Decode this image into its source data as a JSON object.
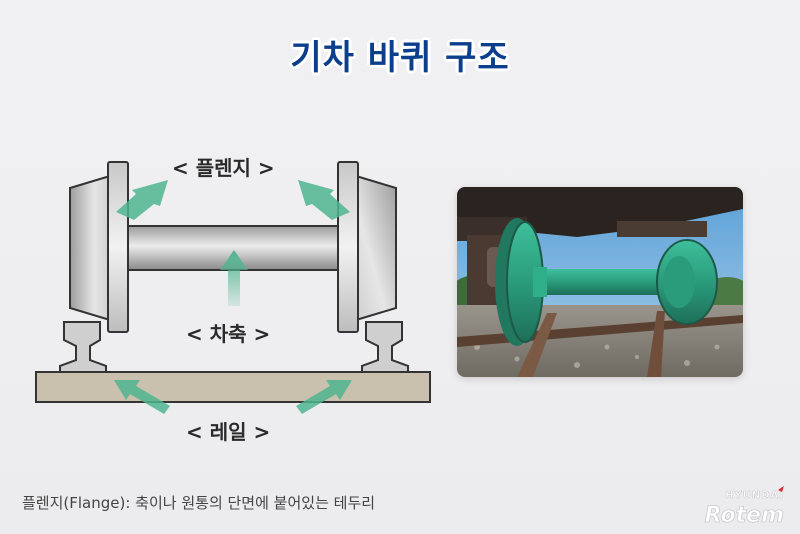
{
  "title": "기차 바퀴 구조",
  "labels": {
    "flange": "< 플렌지 >",
    "axle": "< 차축 >",
    "rail": "< 레일 >"
  },
  "footnote": "플렌지(Flange): 축이나 원통의 단면에 붙어있는 테두리",
  "logo": {
    "top": "HYUNDAI",
    "bottom": "Rotem"
  },
  "colors": {
    "title": "#0b3f8c",
    "arrow": "#4fb58f",
    "logo_accent": "#e0262f"
  }
}
